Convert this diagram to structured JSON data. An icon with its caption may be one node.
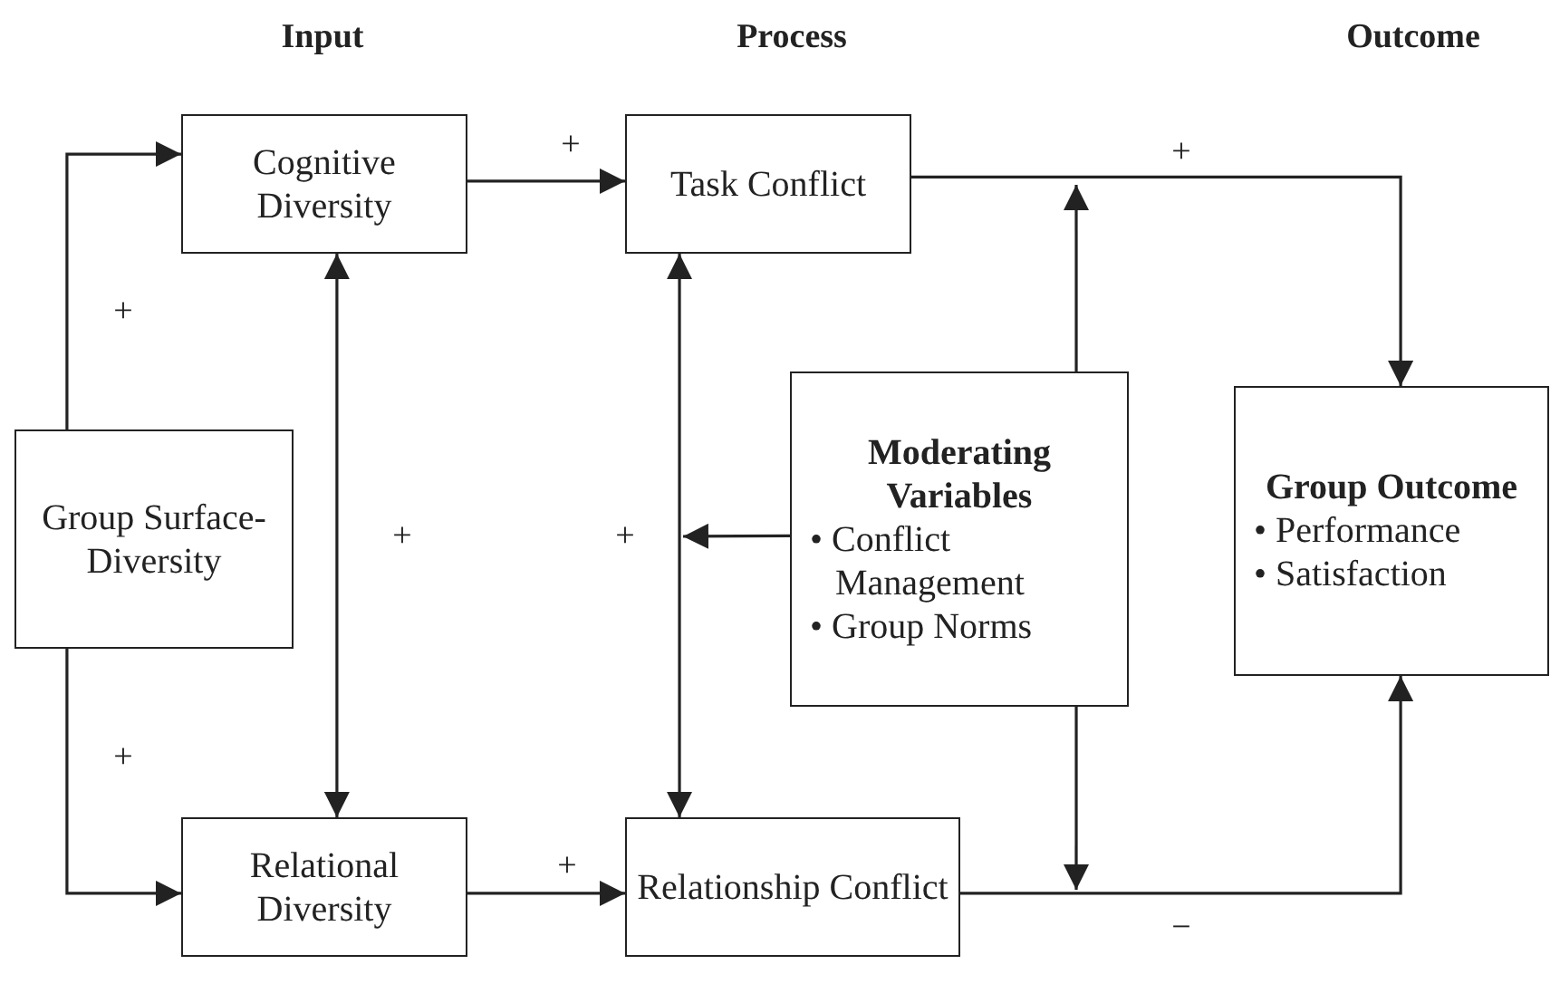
{
  "diagram": {
    "nodes": [
      {
        "text": [
          "Cognitive Diversity"
        ]
      },
      {
        "text": [
          "Task Conflict"
        ]
      },
      {
        "text": [
          "Group Surface-Diversity"
        ]
      },
      {
        "text": [
          "Moderating Variables",
          "• Conflict Management",
          "• Group Norms"
        ]
      },
      {
        "text": [
          "Group Outcome",
          "• Performance",
          "• Satisfaction"
        ]
      },
      {
        "text": [
          "Relational Diversity"
        ]
      },
      {
        "text": [
          "Relationship Conflict"
        ]
      }
    ],
    "edges": [
      {
        "from": 0,
        "to": 1,
        "arrow": "to",
        "label": "+"
      },
      {
        "from": 1,
        "to": 4,
        "arrow": "to",
        "label": "+"
      },
      {
        "from": 2,
        "to": 0,
        "arrow": "to",
        "label": "+"
      },
      {
        "from": 2,
        "to": 5,
        "arrow": "to",
        "label": "+"
      },
      {
        "from": 0,
        "to": 5,
        "arrow": "both",
        "label": "+"
      },
      {
        "from": 1,
        "to": 6,
        "arrow": "both",
        "label": "+"
      },
      {
        "from": 3,
        "to": null,
        "arrow": "to"
      },
      {
        "from": 3,
        "to": null,
        "arrow": "to"
      },
      {
        "from": 3,
        "to": null,
        "arrow": "to"
      },
      {
        "from": 6,
        "to": 4,
        "arrow": "to",
        "label": "−"
      },
      {
        "from": 5,
        "to": 6,
        "arrow": "to",
        "label": "+"
      }
    ],
    "labels": [
      "Input",
      "Process",
      "Outcome"
    ]
  }
}
